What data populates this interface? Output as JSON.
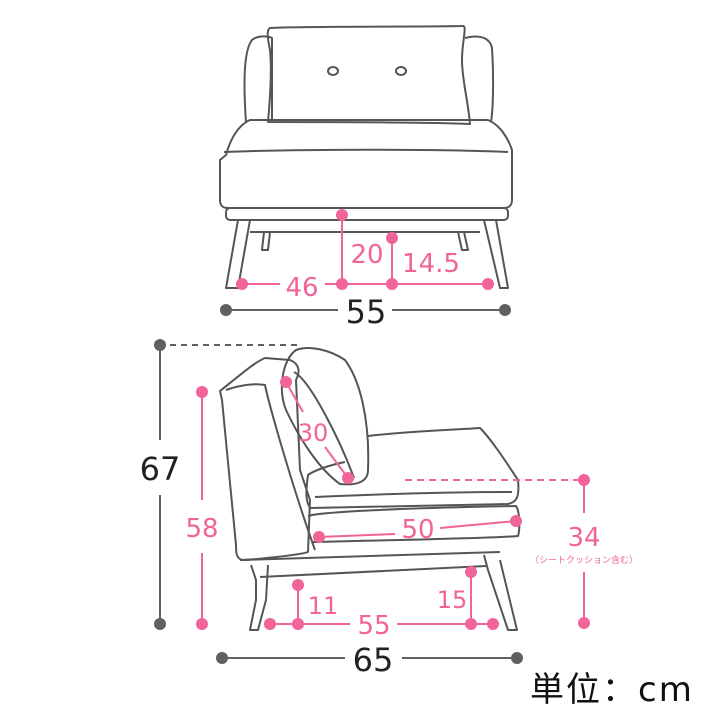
{
  "colors": {
    "outline": "#555555",
    "pink": "#f0649a",
    "gray_marker": "#606060",
    "background": "#ffffff"
  },
  "front_view": {
    "labels": {
      "seat_height_under": "20",
      "leg_inner_height": "14.5",
      "inner_width": "46",
      "overall_width": "55"
    }
  },
  "side_view": {
    "labels": {
      "overall_height": "67",
      "back_height": "58",
      "cushion_size": "30",
      "seat_depth": "50",
      "seat_height": "34",
      "seat_height_note": "（シートクッション含む）",
      "front_leg_clearance": "11",
      "rear_leg_clearance": "15",
      "leg_span": "55",
      "overall_depth": "65"
    }
  },
  "unit_label": "単位：cm"
}
